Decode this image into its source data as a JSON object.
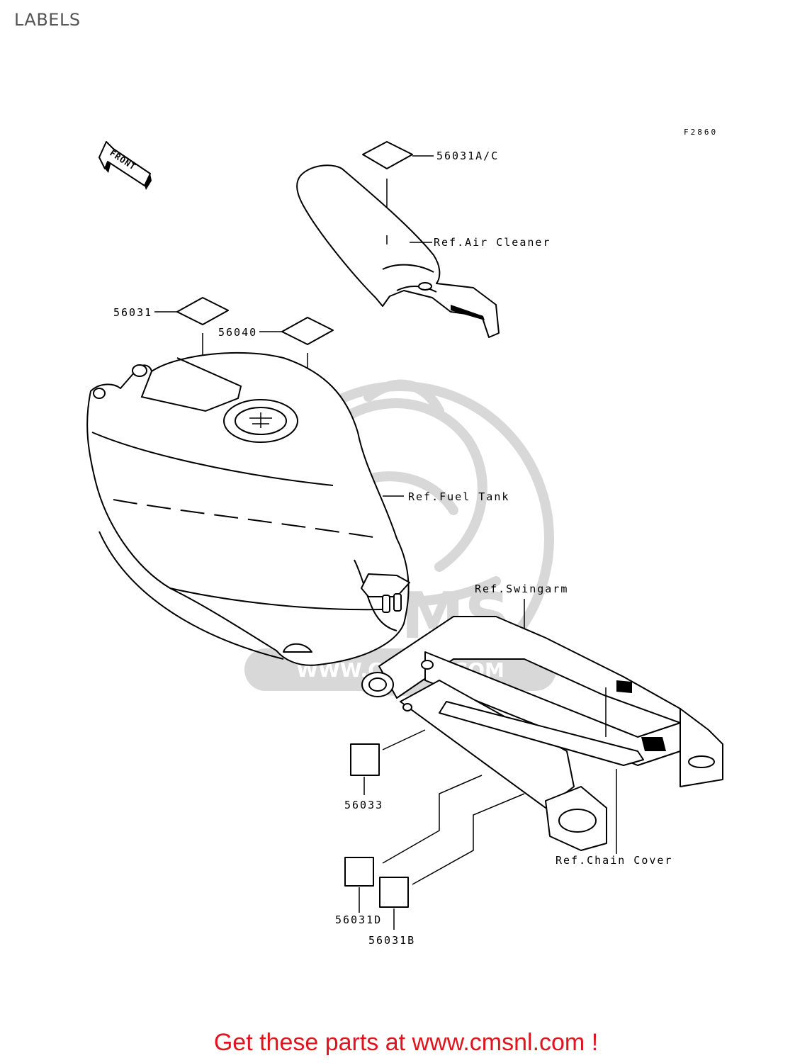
{
  "page": {
    "title": "LABELS"
  },
  "diagram": {
    "figure_code": "F2860",
    "front_arrow": "FRONT",
    "part_numbers": {
      "p56031ac": "56031A/C",
      "p56031": "56031",
      "p56040": "56040",
      "p56033": "56033",
      "p56031d": "56031D",
      "p56031b": "56031B"
    },
    "references": {
      "air_cleaner": "Ref.Air Cleaner",
      "fuel_tank": "Ref.Fuel Tank",
      "swingarm": "Ref.Swingarm",
      "chain_cover": "Ref.Chain Cover"
    }
  },
  "watermark": {
    "text": "WWW.CMSNL.COM",
    "logo": "CMS"
  },
  "footer": {
    "cta": "Get these parts at www.cmsnl.com !"
  }
}
